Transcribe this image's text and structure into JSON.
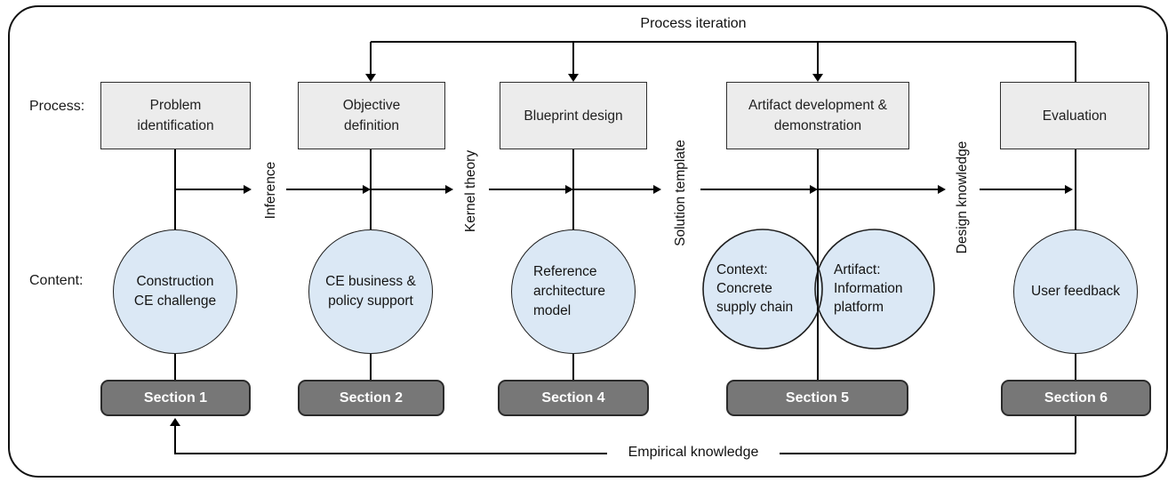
{
  "rows": {
    "process": "Process:",
    "content": "Content:"
  },
  "flows": {
    "top": "Process iteration",
    "bottom": "Empirical knowledge"
  },
  "process_boxes": [
    {
      "label": "Problem\nidentification"
    },
    {
      "label": "Objective\ndefinition"
    },
    {
      "label": "Blueprint design"
    },
    {
      "label": "Artifact development &\ndemonstration"
    },
    {
      "label": "Evaluation"
    }
  ],
  "flow_labels": [
    {
      "label": "Inference"
    },
    {
      "label": "Kernel theory"
    },
    {
      "label": "Solution template"
    },
    {
      "label": "Design knowledge"
    }
  ],
  "content_circles": [
    {
      "label": "Construction\nCE challenge"
    },
    {
      "label": "CE business &\npolicy support"
    },
    {
      "label": "Reference\narchitecture\nmodel"
    },
    {
      "label": "User feedback"
    }
  ],
  "venn": {
    "left": "Context:\nConcrete\nsupply chain",
    "right": "Artifact:\nInformation\nplatform"
  },
  "sections": [
    {
      "label": "Section 1"
    },
    {
      "label": "Section 2"
    },
    {
      "label": "Section 4"
    },
    {
      "label": "Section 5"
    },
    {
      "label": "Section 6"
    }
  ],
  "colors": {
    "circle_fill": "#dbe8f5",
    "process_box_fill": "#ececec",
    "section_fill": "#777777",
    "line": "#000000"
  }
}
